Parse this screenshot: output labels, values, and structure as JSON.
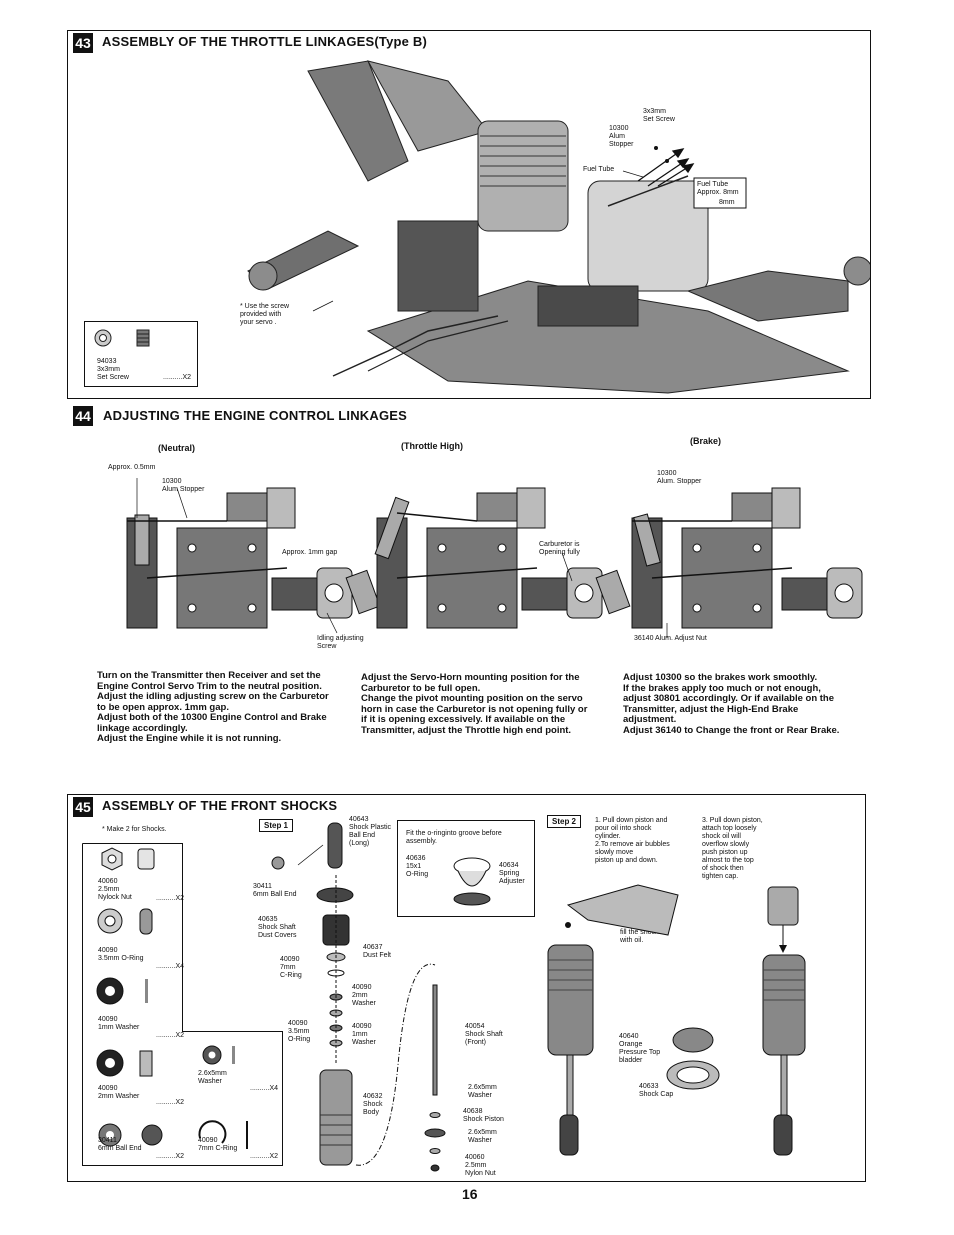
{
  "sections": {
    "s43": {
      "number": "43",
      "title": "ASSEMBLY OF THE THROTTLE LINKAGES(Type B)",
      "labels": {
        "set_screw": "3x3mm\nSet Screw",
        "alum_stopper": "10300\nAlum\nStopper",
        "fuel_tube": "Fuel Tube",
        "fuel_tube_len": "Fuel Tube\nApprox. 8mm",
        "eight_mm": "8mm",
        "use_screw": "* Use the screw\n  provided with\n  your servo ."
      },
      "parts_box": {
        "code": "94033\n3x3mm\nSet Screw",
        "qty": "..........X2"
      }
    },
    "s44": {
      "number": "44",
      "title": "ADJUSTING THE ENGINE CONTROL LINKAGES",
      "captions": {
        "neutral": "(Neutral)",
        "throttle": "(Throttle High)",
        "brake": "(Brake)"
      },
      "labels": {
        "approx05": "Approx. 0.5mm",
        "stopper_n": "10300\nAlum Stopper",
        "approx1": "Approx. 1mm gap",
        "idle_screw": "Idling adjusting\nScrew",
        "carb_open": "Carburetor is\nOpening fully",
        "stopper_b": "10300\nAlum. Stopper",
        "adjust_nut": "36140 Alum. Adjust Nut"
      },
      "paragraphs": {
        "p1": [
          "Turn on the Transmitter then Receiver and set the",
          "Engine Control Servo Trim to the neutral position.",
          "Adjust the idling adjusting screw on the Carburetor",
          "to be open approx. 1mm gap.",
          "Adjust both of the 10300 Engine Control and Brake",
          " linkage accordingly.",
          "Adjust the Engine while it is not running."
        ],
        "p2": [
          "Adjust the Servo-Horn mounting position for the",
          "Carburetor to be full open.",
          "Change the pivot mounting position on  the servo",
          "horn in case the Carburetor is not opening fully or",
          "if it is opening excessively.  If available on the",
          "Transmitter, adjust the Throttle high end point."
        ],
        "p3": [
          "Adjust 10300 so the brakes work smoothly.",
          "If the brakes apply too much or not enough,",
          "adjust 30801 accordingly. Or if available on the",
          "Transmitter, adjust the High-End Brake",
          "adjustment.",
          "Adjust 36140 to Change the front or Rear Brake."
        ]
      }
    },
    "s45": {
      "number": "45",
      "title": "ASSEMBLY OF THE FRONT SHOCKS",
      "make2": "* Make 2 for Shocks.",
      "step1": "Step 1",
      "step2": "Step 2",
      "parts": {
        "nylock": "40060\n2.5mm\nNylock Nut",
        "nylock_q": "..........X2",
        "oring": "40090\n3.5mm O-Ring",
        "oring_q": "..........X4",
        "w1": "40090\n1mm Washer",
        "w1_q": "..........X2",
        "w2": "40090\n2mm Washer",
        "w2_q": "..........X2",
        "w26": "2.6x5mm\nWasher",
        "w26_q": "..........X4",
        "ball": "30411\n6mm Ball End",
        "ball_q": "..........X2",
        "cring": "40090\n7mm C-Ring",
        "cring_q": "..........X2"
      },
      "asm": {
        "end": "40643\nShock Plastic\nBall End\n(Long)",
        "ball": "30411\n6mm Ball End",
        "dust": "40635\nShock Shaft\nDust Covers",
        "felt": "40637\nDust Felt",
        "cring": "40090\n7mm\nC-Ring",
        "w2": "40090\n2mm\nWasher",
        "oring": "40090\n3.5mm\nO-Ring",
        "w1": "40090\n1mm\nWasher",
        "body": "40632\nShock\nBody",
        "shaft": "40054\nShock Shaft\n(Front)",
        "w26a": "2.6x5mm\nWasher",
        "piston": "40638\nShock Piston",
        "w26b": "2.6x5mm\nWasher",
        "nut": "40060\n2.5mm\nNylon Nut"
      },
      "fit": {
        "text": "Fit the o-ringinto groove before\nassembly.",
        "oring": "40636\n15x1\nO-Ring",
        "spring": "40634\nSpring\nAdjuster"
      },
      "step2_notes": {
        "n1": "1. Pull down piston and\n    pour oil into shock\n    cylinder.\n2.To remove air bubbles\n    slowly move\n    piston up and down.",
        "n3": "3. Pull down piston,\n    attach  top loosely\n     shock oil will\n    overflow slowly\n     push piston up\n     almost to the top\n     of shock then\n      tighten cap.",
        "fill": "fill the shocks\nwith oil.",
        "bladder": "40640\nOrange\nPressure Top\nbladder",
        "cap": "40633\nShock Cap"
      }
    }
  },
  "page_number": "16"
}
